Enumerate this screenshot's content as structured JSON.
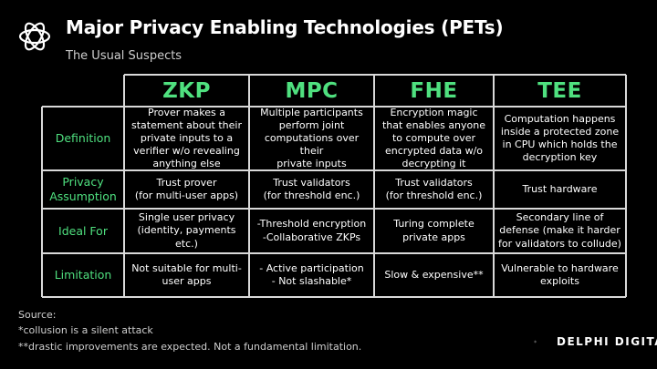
{
  "title": "Major Privacy Enabling Technologies (PETs)",
  "subtitle": "The Usual Suspects",
  "columns": [
    "ZKP",
    "MPC",
    "FHE",
    "TEE"
  ],
  "rows": [
    {
      "label": [
        "Definition"
      ],
      "cells": [
        [
          "Prover makes a",
          "statement about their",
          "private inputs to a",
          "verifier w/o revealing",
          "anything else"
        ],
        [
          "Multiple participants",
          "perform joint",
          "computations over their",
          "private inputs"
        ],
        [
          "Encryption magic",
          "that enables anyone",
          "to compute over",
          "encrypted data w/o",
          "decrypting it"
        ],
        [
          "Computation happens",
          "inside a protected zone",
          "in CPU which holds the",
          "decryption key"
        ]
      ]
    },
    {
      "label": [
        "Privacy",
        "Assumption"
      ],
      "cells": [
        [
          "Trust prover",
          "(for multi-user apps)"
        ],
        [
          "Trust validators",
          "(for threshold enc.)"
        ],
        [
          "Trust validators",
          "(for threshold enc.)"
        ],
        [
          "Trust hardware"
        ]
      ]
    },
    {
      "label": [
        "Ideal For"
      ],
      "cells": [
        [
          "Single user privacy",
          "(identity, payments",
          "etc.)"
        ],
        [
          "-Threshold encryption",
          "-Collaborative ZKPs"
        ],
        [
          "Turing complete",
          "private apps"
        ],
        [
          "Secondary line of",
          "defense (make it harder",
          "for validators to collude)"
        ]
      ]
    },
    {
      "label": [
        "Limitation"
      ],
      "cells": [
        [
          "Not suitable for multi-",
          "user apps"
        ],
        [
          "- Active participation",
          "- Not slashable*"
        ],
        [
          "Slow & expensive**"
        ],
        [
          "Vulnerable to hardware",
          "exploits"
        ]
      ]
    }
  ],
  "footer": {
    "source": "Source:",
    "note1": "*collusion is a silent attack",
    "note2": "**drastic improvements are expected. Not a fundamental limitation."
  },
  "brand": "DELPHI DIGITAL",
  "colors": {
    "accent": "#4fe07f",
    "background": "#000000",
    "border": "#d9d9d9"
  },
  "icons": {
    "logo": "delphi-knot-icon",
    "brand_mark": "delphi-sun-icon"
  }
}
